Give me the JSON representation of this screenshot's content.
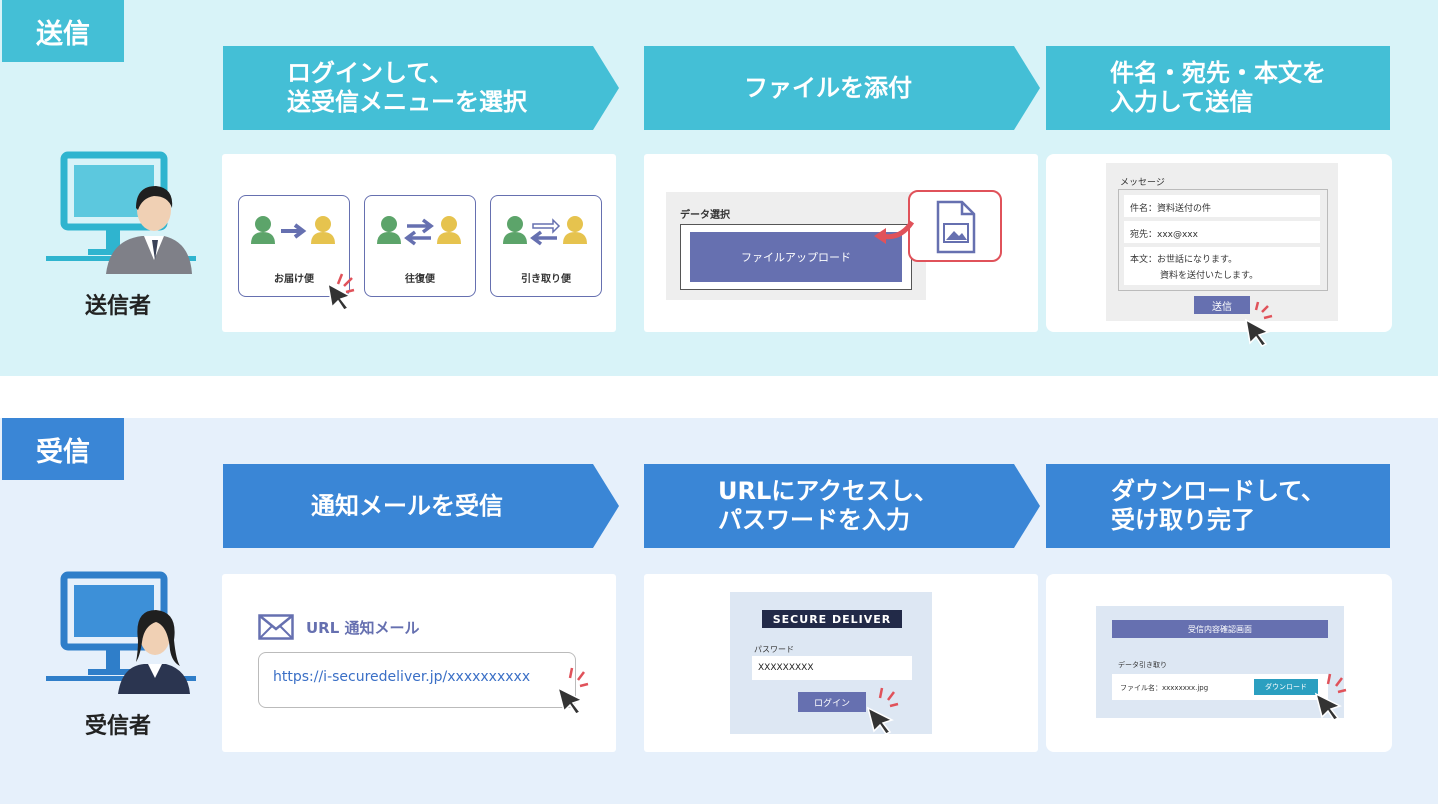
{
  "send": {
    "tag": "送信",
    "person": "送信者",
    "steps": [
      {
        "line1": "ログインして、",
        "line2": "送受信メニューを選択"
      },
      {
        "line1": "ファイルを添付",
        "line2": ""
      },
      {
        "line1": "件名・宛先・本文を",
        "line2": "入力して送信"
      }
    ],
    "menu": {
      "items": [
        "お届け便",
        "往復便",
        "引き取り便"
      ]
    },
    "upload": {
      "title": "データ選択",
      "button": "ファイルアップロード"
    },
    "message": {
      "title": "メッセージ",
      "subject": "件名：資料送付の件",
      "to": "宛先：xxx@xxx",
      "body1": "本文：お世話になります。",
      "body2": "資料を送付いたします。",
      "send_button": "送信"
    }
  },
  "recv": {
    "tag": "受信",
    "person": "受信者",
    "steps": [
      {
        "line1": "通知メールを受信",
        "line2": ""
      },
      {
        "line1": "URLにアクセスし、",
        "line2": "パスワードを入力"
      },
      {
        "line1": "ダウンロードして、",
        "line2": "受け取り完了"
      }
    ],
    "mail": {
      "title": "URL 通知メール",
      "url": "https://i-securedeliver.jp/xxxxxxxxxx"
    },
    "login": {
      "brand": "SECURE DELIVER",
      "label": "パスワード",
      "value": "XXXXXXXXX",
      "button": "ログイン"
    },
    "download": {
      "header": "受信内容確認画面",
      "section": "データ引き取り",
      "file": "ファイル名：xxxxxxxx.jpg",
      "button": "ダウンロード"
    }
  },
  "colors": {
    "send": "#44bfd6",
    "recv": "#3a86d6",
    "ui_button": "#6670b0",
    "accent_red": "#e0525a"
  }
}
